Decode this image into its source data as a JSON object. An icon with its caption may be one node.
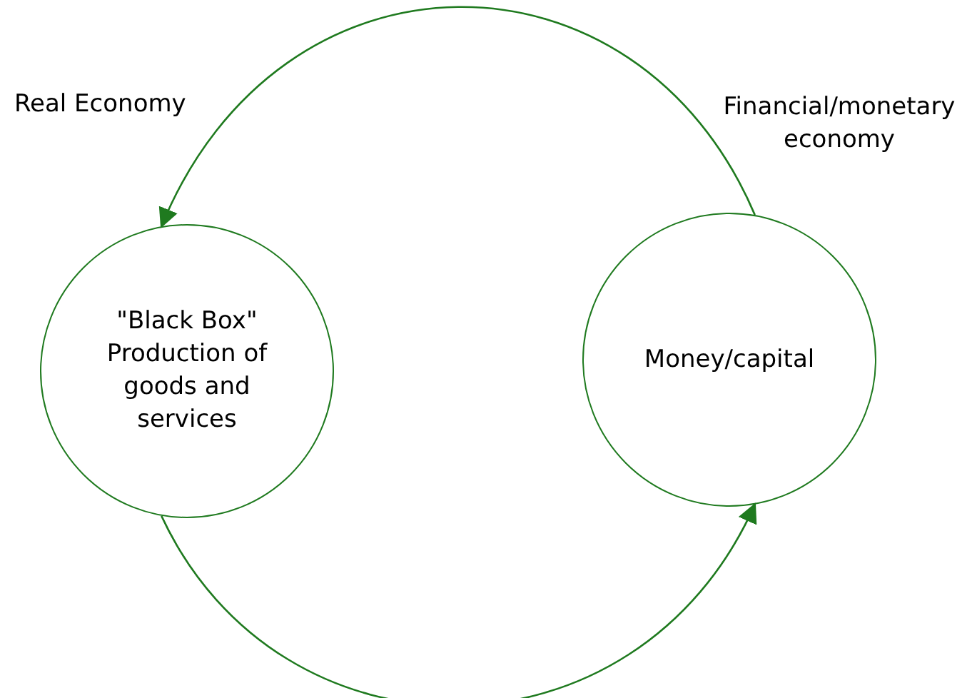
{
  "diagram": {
    "nodes": [
      {
        "text": [
          "\"Black Box\" Production of goods and services"
        ]
      },
      {
        "text": [
          "Money/capital"
        ]
      }
    ],
    "edges": [
      {
        "from": 1,
        "to": 0,
        "arrow": "to"
      },
      {
        "from": 0,
        "to": 1,
        "arrow": "to"
      }
    ],
    "labels": [
      "Real Economy",
      "Financial/monetary economy"
    ]
  }
}
